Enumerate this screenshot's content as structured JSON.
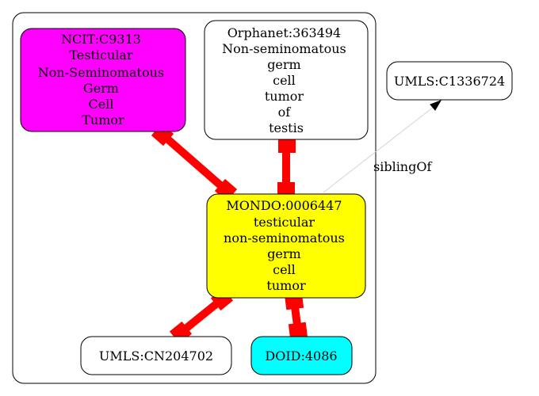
{
  "nodes": {
    "ncit": {
      "lines": [
        "NCIT:C9313",
        "Testicular",
        "Non-Seminomatous",
        "Germ",
        "Cell",
        "Tumor"
      ],
      "fill": "#ff00ff"
    },
    "orphanet": {
      "lines": [
        "Orphanet:363494",
        "Non-seminomatous",
        "germ",
        "cell",
        "tumor",
        "of",
        "testis"
      ],
      "fill": "#ffffff"
    },
    "mondo": {
      "lines": [
        "MONDO:0006447",
        "testicular",
        "non-seminomatous",
        "germ",
        "cell",
        "tumor"
      ],
      "fill": "#ffff00"
    },
    "umls_c": {
      "lines": [
        "UMLS:C1336724"
      ],
      "fill": "#ffffff"
    },
    "umls_cn": {
      "lines": [
        "UMLS:CN204702"
      ],
      "fill": "#ffffff"
    },
    "doid": {
      "lines": [
        "DOID:4086"
      ],
      "fill": "#00ffff"
    }
  },
  "edges": {
    "mondo_umls_c": {
      "label": "siblingOf"
    }
  },
  "colors": {
    "equivalence_edge": "#ff0000",
    "sibling_edge": "#d3d3d3"
  }
}
